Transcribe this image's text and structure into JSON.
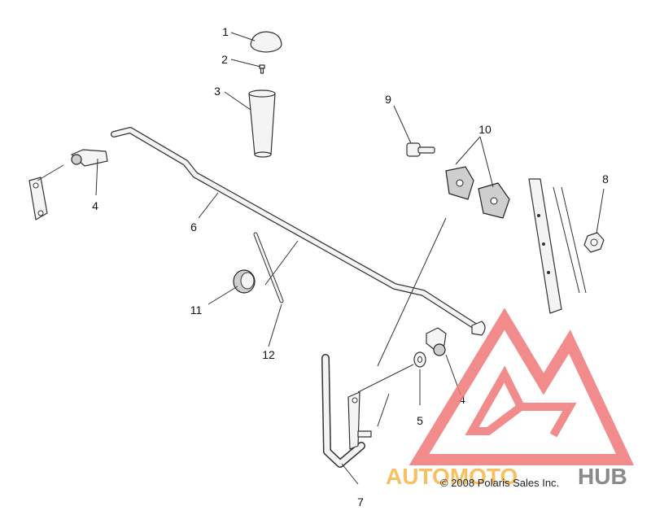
{
  "diagram": {
    "callouts": [
      "1",
      "2",
      "3",
      "9",
      "10",
      "8",
      "4",
      "6",
      "11",
      "12",
      "5",
      "4",
      "7"
    ],
    "copyright": "© 2008 Polaris Sales Inc."
  },
  "watermark": {
    "brand_part1": "AUTOMOTO",
    "brand_part2": "HUB",
    "colors": {
      "red": "#f07878",
      "orange": "#f8c060",
      "gray": "#8a8a8a"
    }
  }
}
